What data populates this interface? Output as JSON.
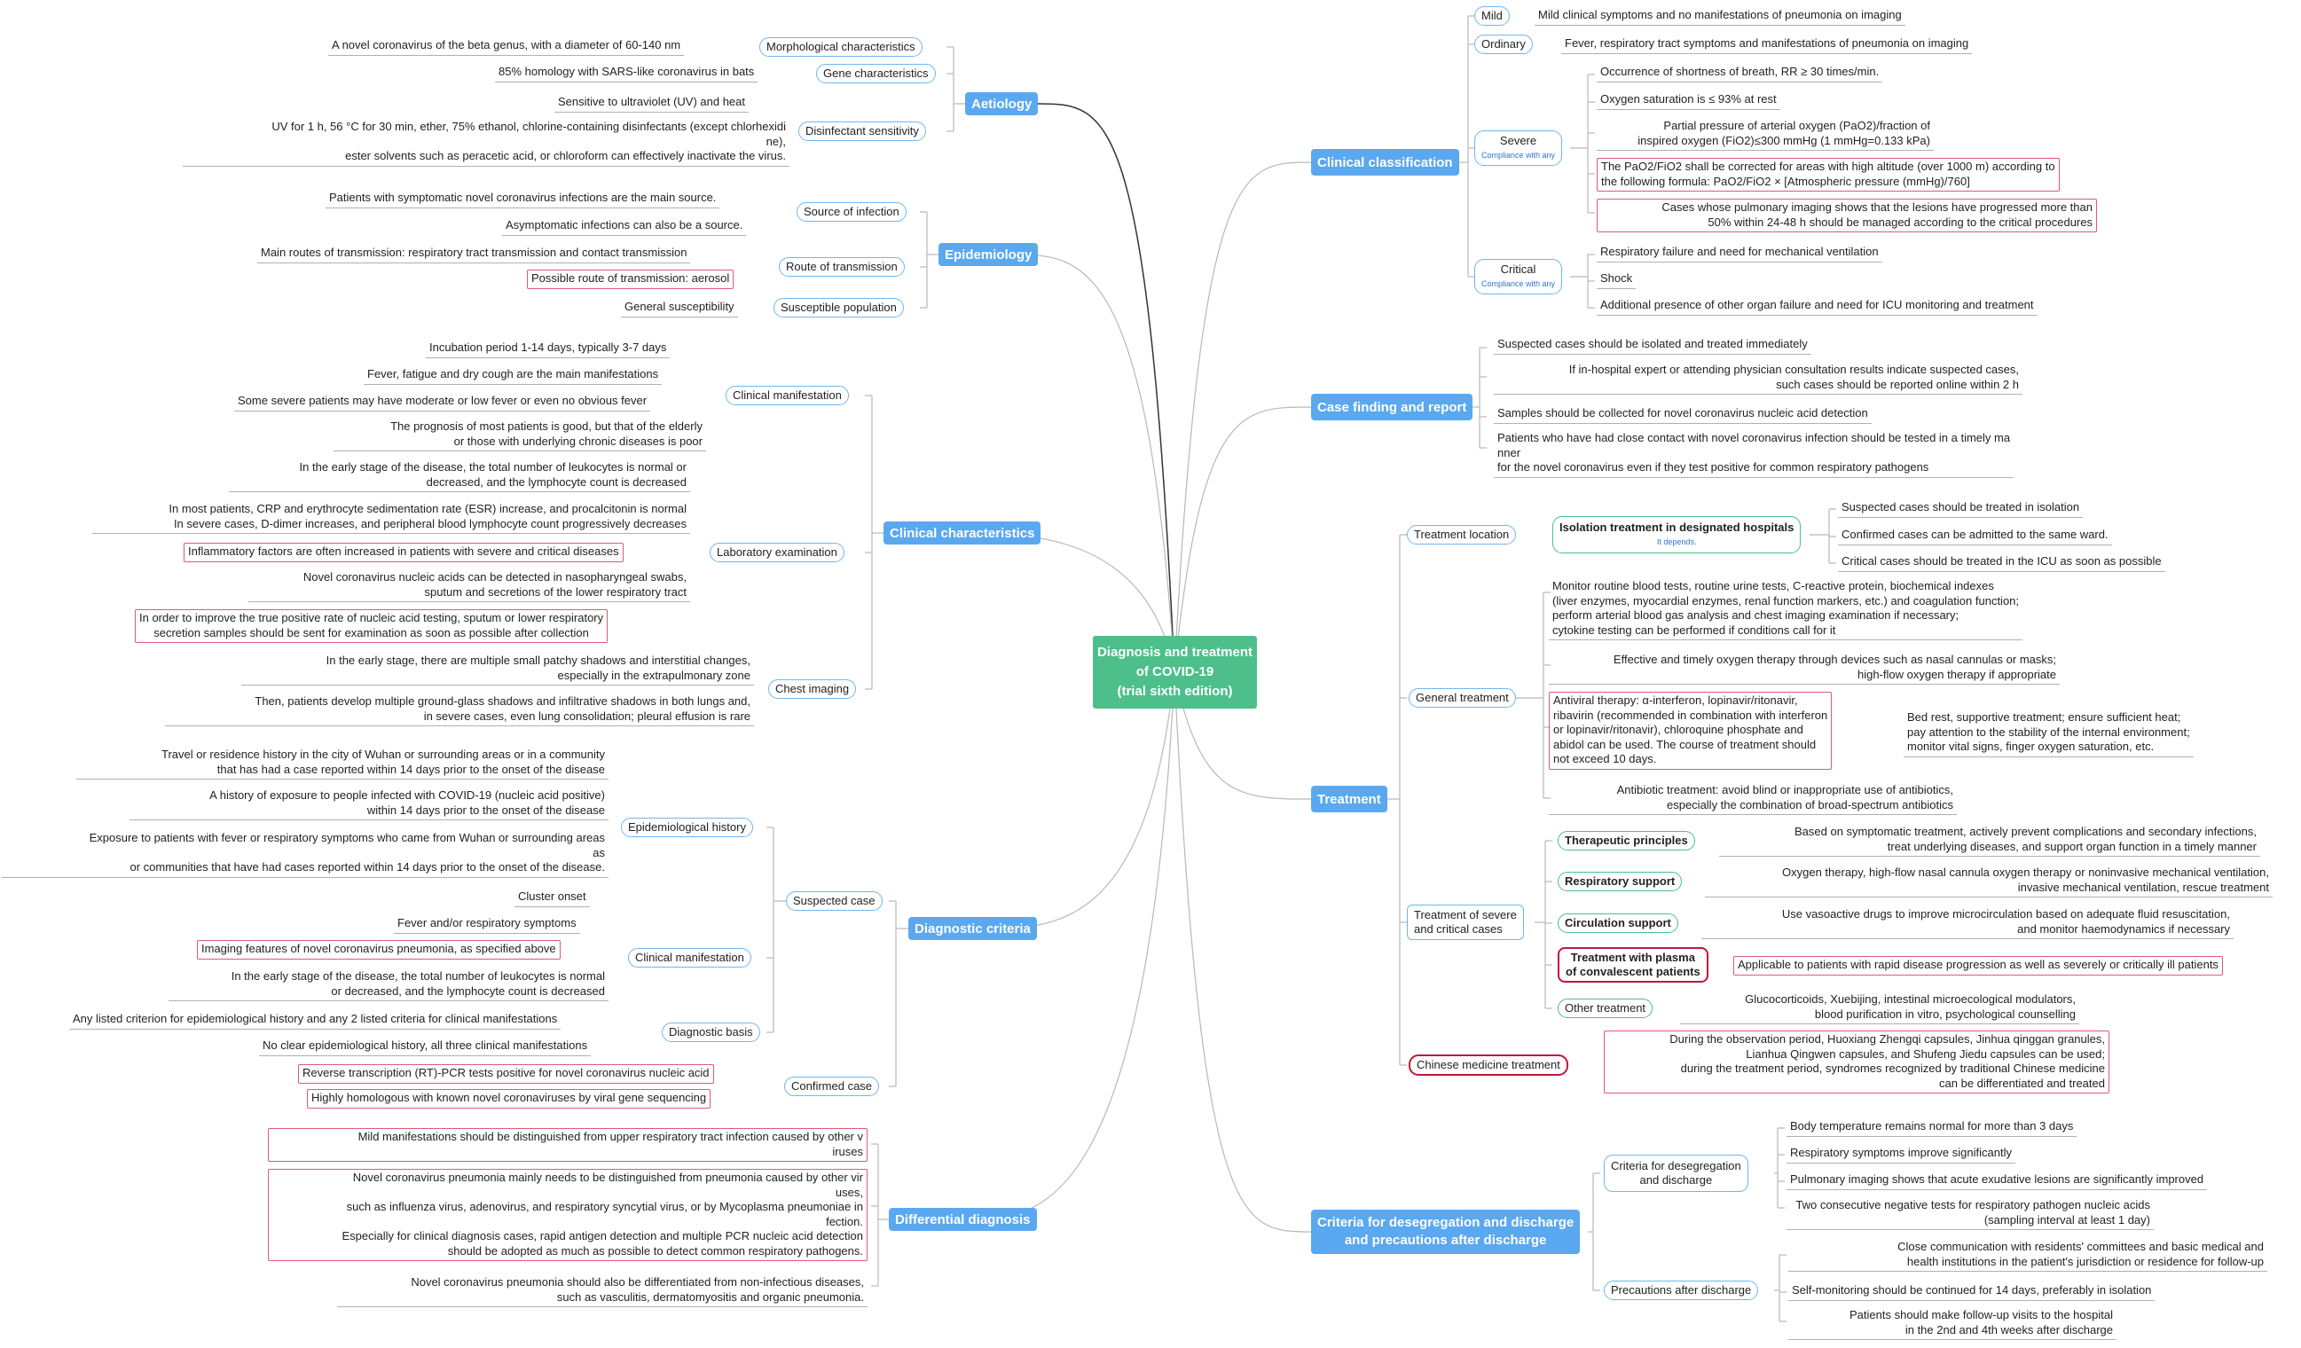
{
  "center": "Diagnosis and treatment\nof COVID-19\n(trial sixth edition)",
  "tags": {
    "compliance": "Compliance with any",
    "it_depends": "It depends."
  },
  "branches": {
    "aetiology": {
      "label": "Aetiology",
      "morph": {
        "label": "Morphological characteristics",
        "text": "A novel coronavirus of the beta genus, with a diameter of 60-140 nm"
      },
      "gene": {
        "label": "Gene characteristics",
        "text": "85% homology with SARS-like coronavirus in bats"
      },
      "disinf": {
        "label": "Disinfectant sensitivity",
        "t1": "Sensitive to ultraviolet (UV) and heat",
        "t2": "UV for 1 h, 56 °C for 30 min, ether, 75% ethanol, chlorine-containing disinfectants (except chlorhexidi\nne),\nester solvents such as peracetic acid, or chloroform can effectively inactivate the virus."
      }
    },
    "epidemiology": {
      "label": "Epidemiology",
      "source": {
        "label": "Source of infection",
        "t1": "Patients with symptomatic novel coronavirus infections are the main source.",
        "t2": "Asymptomatic infections can also be a source."
      },
      "route": {
        "label": "Route of transmission",
        "t1": "Main routes of transmission: respiratory tract transmission and contact transmission",
        "t2": "Possible route of transmission: aerosol"
      },
      "suscept": {
        "label": "Susceptible population",
        "text": "General susceptibility"
      }
    },
    "clinical": {
      "label": "Clinical characteristics",
      "manifest": {
        "label": "Clinical manifestation",
        "t1": "Incubation period 1-14 days, typically 3-7 days",
        "t2": "Fever, fatigue and dry cough are the main manifestations",
        "t3": "Some severe patients may have moderate or low fever or even no obvious fever",
        "t4": "The prognosis of most patients is good, but that of the elderly\nor those with underlying chronic diseases is poor"
      },
      "lab": {
        "label": "Laboratory examination",
        "t1": "In the early stage of the disease, the total number of leukocytes is normal or\ndecreased, and the lymphocyte count is decreased",
        "t2": "In most patients, CRP and erythrocyte sedimentation rate (ESR) increase, and procalcitonin is normal\nIn severe cases, D-dimer increases, and peripheral blood lymphocyte count progressively decreases",
        "t3": "Inflammatory factors are often increased in patients with severe and critical diseases",
        "t4": "Novel coronavirus nucleic acids can be detected in nasopharyngeal swabs,\nsputum and secretions of the lower respiratory tract",
        "t5": "In order to improve the true positive rate of nucleic acid testing, sputum or lower respiratory\nsecretion samples should be sent for examination as soon as possible after collection"
      },
      "chest": {
        "label": "Chest imaging",
        "t1": "In the early stage, there are multiple small patchy shadows and interstitial changes,\nespecially in the extrapulmonary zone",
        "t2": "Then, patients develop multiple ground-glass shadows and infiltrative shadows in both lungs and,\nin severe cases, even lung consolidation; pleural effusion is rare"
      }
    },
    "diagnostic": {
      "label": "Diagnostic criteria",
      "suspected": "Suspected case",
      "epi": {
        "label": "Epidemiological history",
        "t1": "Travel or residence history in the city of Wuhan or surrounding areas or in a community\nthat has had a case reported within 14 days prior to the onset of the disease",
        "t2": "A history of exposure to people infected with COVID-19 (nucleic acid positive)\nwithin 14 days prior to the onset of the disease",
        "t3": "Exposure to patients with fever or respiratory symptoms who came from Wuhan or surrounding areas\nas\nor communities that have had cases reported within 14 days prior to the onset of the disease.",
        "t4": "Cluster onset"
      },
      "cm": {
        "label": "Clinical manifestation",
        "t1": "Fever and/or respiratory symptoms",
        "t2": "Imaging features of novel coronavirus pneumonia, as specified above",
        "t3": "In the early stage of the disease, the total number of leukocytes is normal\nor decreased, and the lymphocyte count is decreased"
      },
      "basis": {
        "label": "Diagnostic basis",
        "t1": "Any listed criterion for epidemiological history and any 2 listed criteria for clinical manifestations",
        "t2": "No clear epidemiological history, all three clinical manifestations"
      },
      "confirmed": {
        "label": "Confirmed case",
        "t1": "Reverse transcription (RT)-PCR tests positive for novel coronavirus nucleic acid",
        "t2": "Highly homologous with known novel coronaviruses by viral gene sequencing"
      }
    },
    "differential": {
      "label": "Differential diagnosis",
      "t1": "Mild manifestations should be distinguished from upper respiratory tract infection caused by other v\niruses",
      "t2": "Novel coronavirus pneumonia mainly needs to be distinguished from pneumonia caused by other vir\nuses,\nsuch as influenza virus, adenovirus, and respiratory syncytial virus, or by Mycoplasma pneumoniae in\nfection.\nEspecially for clinical diagnosis cases, rapid antigen detection and multiple PCR nucleic acid detection\nshould be adopted as much as possible to detect common respiratory pathogens.",
      "t3": "Novel coronavirus pneumonia should also be differentiated from non-infectious diseases,\nsuch as vasculitis, dermatomyositis and organic pneumonia."
    },
    "classification": {
      "label": "Clinical classification",
      "mild": {
        "label": "Mild",
        "text": "Mild clinical symptoms and no manifestations of pneumonia on imaging"
      },
      "ordinary": {
        "label": "Ordinary",
        "text": "Fever, respiratory tract symptoms and manifestations of pneumonia on imaging"
      },
      "severe": {
        "label": "Severe",
        "t1": "Occurrence of shortness of breath, RR ≥ 30 times/min.",
        "t2": "Oxygen saturation is ≤ 93% at rest",
        "t3": "Partial pressure of arterial oxygen (PaO2)/fraction of\ninspired oxygen (FiO2)≤300 mmHg (1 mmHg=0.133 kPa)",
        "t4": "The PaO2/FiO2 shall be corrected for areas with high altitude (over 1000 m) according to\nthe following formula: PaO2/FiO2 × [Atmospheric pressure (mmHg)/760]",
        "t5": "Cases whose pulmonary imaging shows that the lesions have progressed more than\n50% within 24-48 h should be managed according to the critical procedures"
      },
      "critical": {
        "label": "Critical",
        "t1": "Respiratory failure and need for mechanical ventilation",
        "t2": "Shock",
        "t3": "Additional presence of other organ failure and need for ICU monitoring and treatment"
      }
    },
    "casefinding": {
      "label": "Case finding and report",
      "t1": "Suspected cases should be isolated and treated immediately",
      "t2": "If in-hospital expert or attending physician consultation results indicate suspected cases,\nsuch cases should be reported online within 2 h",
      "t3": "Samples should be collected for novel coronavirus nucleic acid detection",
      "t4": "Patients who have had close contact with novel coronavirus infection should be tested in a timely ma\nnner\nfor the novel coronavirus even if they test positive for common respiratory pathogens"
    },
    "treatment": {
      "label": "Treatment",
      "location": {
        "label": "Treatment location",
        "iso": "Isolation treatment in designated hospitals",
        "t1": "Suspected cases should be treated in isolation",
        "t2": "Confirmed cases can be admitted to the same ward.",
        "t3": "Critical cases should be treated in the ICU as soon as possible"
      },
      "general": {
        "label": "General treatment",
        "t1": "Monitor routine blood tests, routine urine tests, C-reactive protein, biochemical indexes\n(liver enzymes, myocardial enzymes, renal function markers, etc.) and coagulation function;\nperform arterial blood gas analysis and chest imaging examination if necessary;\ncytokine testing can be performed if conditions call for it",
        "t2": "Effective and timely oxygen therapy through devices such as nasal cannulas or masks;\nhigh-flow oxygen therapy if appropriate",
        "t3": "Antiviral therapy: α-interferon, lopinavir/ritonavir,\nribavirin (recommended in combination with interferon\nor lopinavir/ritonavir), chloroquine phosphate and\nabidol can be used. The course of treatment should\nnot exceed 10 days.",
        "t3b": "Bed rest, supportive treatment; ensure sufficient heat;\npay attention to the stability of the internal environment;\nmonitor vital signs, finger oxygen saturation, etc.",
        "t4": "Antibiotic treatment: avoid blind or inappropriate use of antibiotics,\nespecially the combination of broad-spectrum antibiotics"
      },
      "severe": {
        "label": "Treatment of severe\nand critical cases",
        "princ": {
          "label": "Therapeutic principles",
          "text": "Based on symptomatic treatment, actively prevent complications and secondary infections,\ntreat underlying diseases, and support organ function in a timely manner"
        },
        "resp": {
          "label": "Respiratory support",
          "text": "Oxygen therapy, high-flow nasal cannula oxygen therapy or noninvasive mechanical ventilation,\ninvasive mechanical ventilation, rescue treatment"
        },
        "circ": {
          "label": "Circulation support",
          "text": "Use vasoactive drugs to improve microcirculation based on adequate fluid resuscitation,\nand monitor haemodynamics if necessary"
        },
        "plasma": {
          "label": "Treatment with plasma\nof convalescent patients",
          "text": "Applicable to patients with rapid disease progression as well as severely or critically ill patients"
        },
        "other": {
          "label": "Other treatment",
          "text": "Glucocorticoids, Xuebijing, intestinal microecological modulators,\nblood purification in vitro, psychological counselling"
        }
      },
      "chinese": {
        "label": "Chinese medicine treatment",
        "text": "During the observation period, Huoxiang Zhengqi capsules, Jinhua qinggan granules,\nLianhua Qingwen capsules, and Shufeng Jiedu capsules can be used;\nduring the treatment period, syndromes recognized by traditional Chinese medicine\ncan be differentiated and treated"
      }
    },
    "discharge": {
      "label": "Criteria for desegregation and discharge\nand precautions after discharge",
      "criteria": {
        "label": "Criteria for desegregation\nand discharge",
        "t1": "Body temperature remains normal for more than 3 days",
        "t2": "Respiratory symptoms improve significantly",
        "t3": "Pulmonary imaging shows that acute exudative lesions are significantly improved",
        "t4": "Two consecutive negative tests for respiratory pathogen nucleic acids\n(sampling interval at least 1 day)"
      },
      "precautions": {
        "label": "Precautions after discharge",
        "t1": "Close communication with residents' committees and basic medical and\nhealth institutions in the patient's jurisdiction or residence for follow-up",
        "t2": "Self-monitoring should be continued for 14 days, preferably in isolation",
        "t3": "Patients should make follow-up visits to the hospital\nin the 2nd and 4th weeks after discharge"
      }
    }
  }
}
